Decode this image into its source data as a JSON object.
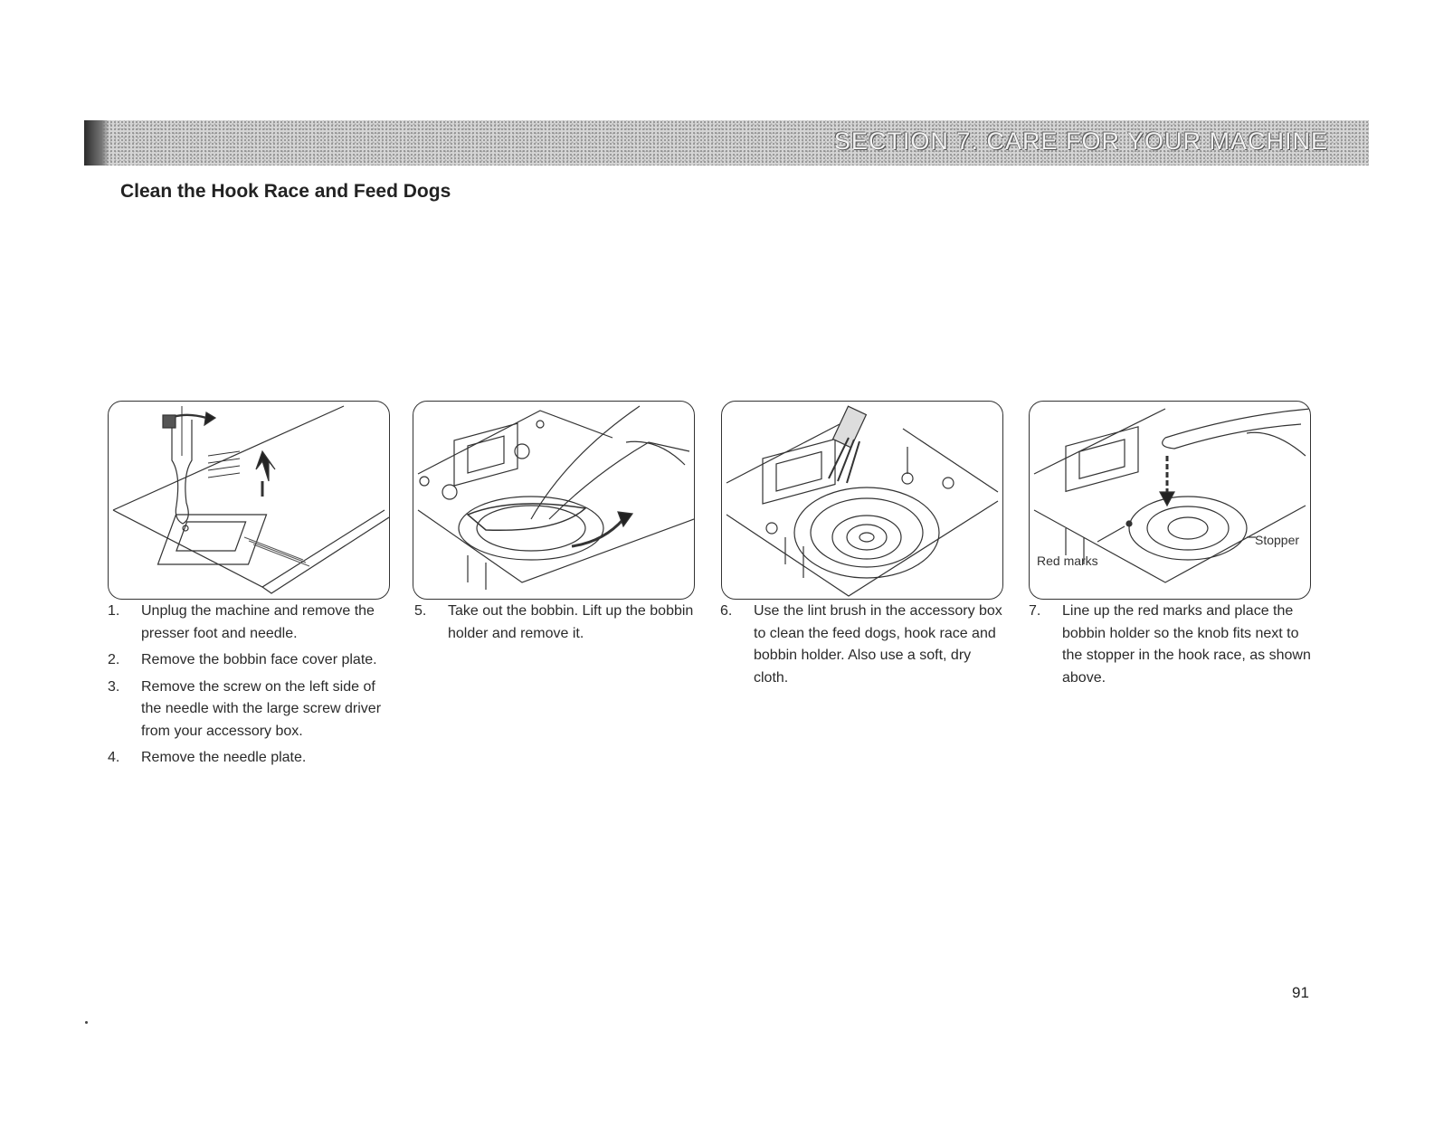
{
  "header": {
    "section_title": "SECTION 7. CARE FOR YOUR MACHINE"
  },
  "page_title": "Clean the Hook Race and Feed Dogs",
  "figures": [
    {
      "label_1": "",
      "label_2": ""
    },
    {
      "label_1": "",
      "label_2": ""
    },
    {
      "label_1": "",
      "label_2": ""
    },
    {
      "label_1": "Red marks",
      "label_2": "Stopper"
    }
  ],
  "columns": [
    {
      "steps": [
        {
          "num": "1.",
          "text": "Unplug the machine and remove the presser foot and needle."
        },
        {
          "num": "2.",
          "text": "Remove the bobbin face cover plate."
        },
        {
          "num": "3.",
          "text": "Remove the screw on the left side of the needle with the large screw driver from your accessory box."
        },
        {
          "num": "4.",
          "text": "Remove the needle plate."
        }
      ]
    },
    {
      "steps": [
        {
          "num": "5.",
          "text": "Take out the bobbin. Lift up the bobbin holder and remove it."
        }
      ]
    },
    {
      "steps": [
        {
          "num": "6.",
          "text": "Use the lint brush in the accessory box to clean the feed dogs, hook race and bobbin holder. Also use a soft, dry cloth."
        }
      ]
    },
    {
      "steps": [
        {
          "num": "7.",
          "text": "Line up the red marks and place the bobbin holder so the knob fits next to the stopper in the hook race, as shown above."
        }
      ]
    }
  ],
  "page_number": "91"
}
